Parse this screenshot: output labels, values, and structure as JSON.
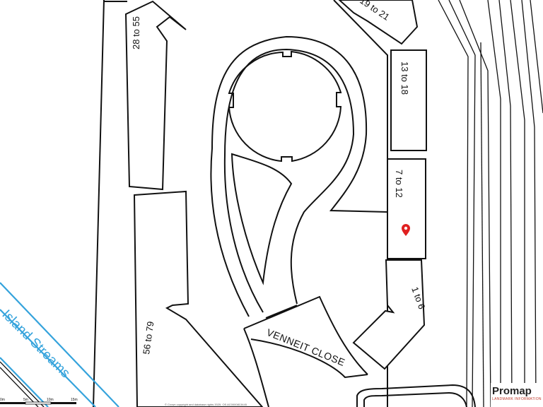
{
  "map": {
    "labels": {
      "b_28_55": "28 to 55",
      "b_19_21": "19 to 21",
      "b_13_18": "13 to 18",
      "b_7_12": "7 to 12",
      "b_1_6": "1 to 6",
      "b_56_79": "56 to 79",
      "road": "VENNEIT CLOSE",
      "water": "Island Streams"
    },
    "copyright": "© Crown copyright and database rights 2025. OS AC0000813445",
    "scale": {
      "zero": "0m",
      "five": "5m",
      "ten": "10m",
      "fifteen": "15m"
    },
    "brand": {
      "name": "Promap",
      "tagline": "LANDMARK INFORMATION"
    },
    "colors": {
      "water": "#35a3dc",
      "marker": "#e02020",
      "lines": "#111111"
    },
    "marker_icon": "location-pin-icon"
  }
}
